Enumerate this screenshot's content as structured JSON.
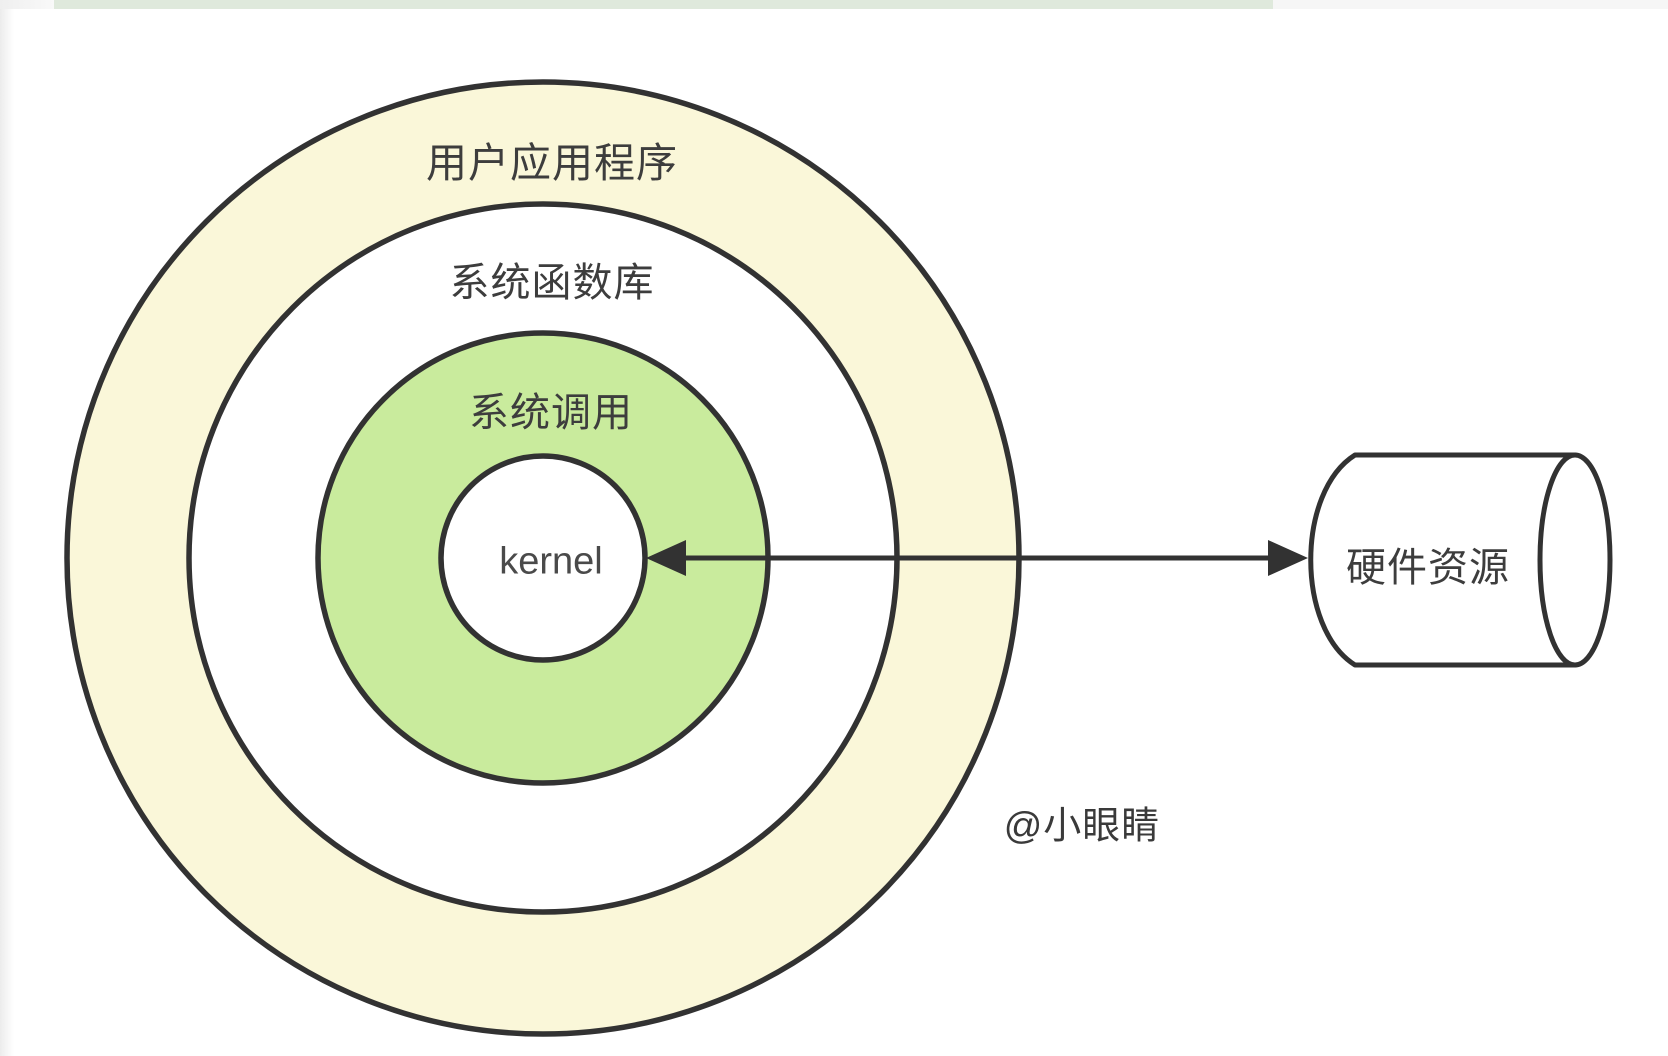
{
  "window": {
    "top_strip": {
      "green_color": "#dfe9dc",
      "gray_color": "#f6f6f6"
    }
  },
  "colors": {
    "stroke": "#323232",
    "text": "#3d3d3d",
    "ring_user_apps_fill": "#faf7d9",
    "ring_syslib_fill": "#ffffff",
    "ring_syscall_fill": "#c9eb9d",
    "kernel_circle_fill": "#ffffff",
    "cylinder_fill": "#ffffff",
    "arrow_color": "#323232"
  },
  "diagram": {
    "rings": [
      {
        "label": "用户应用程序"
      },
      {
        "label": "系统函数库"
      },
      {
        "label": "系统调用"
      }
    ],
    "kernel_label": "kernel",
    "hardware_label": "硬件资源",
    "watermark": "@小眼睛",
    "arrow": {
      "type": "double-headed",
      "from": "kernel",
      "to": "硬件资源"
    }
  }
}
